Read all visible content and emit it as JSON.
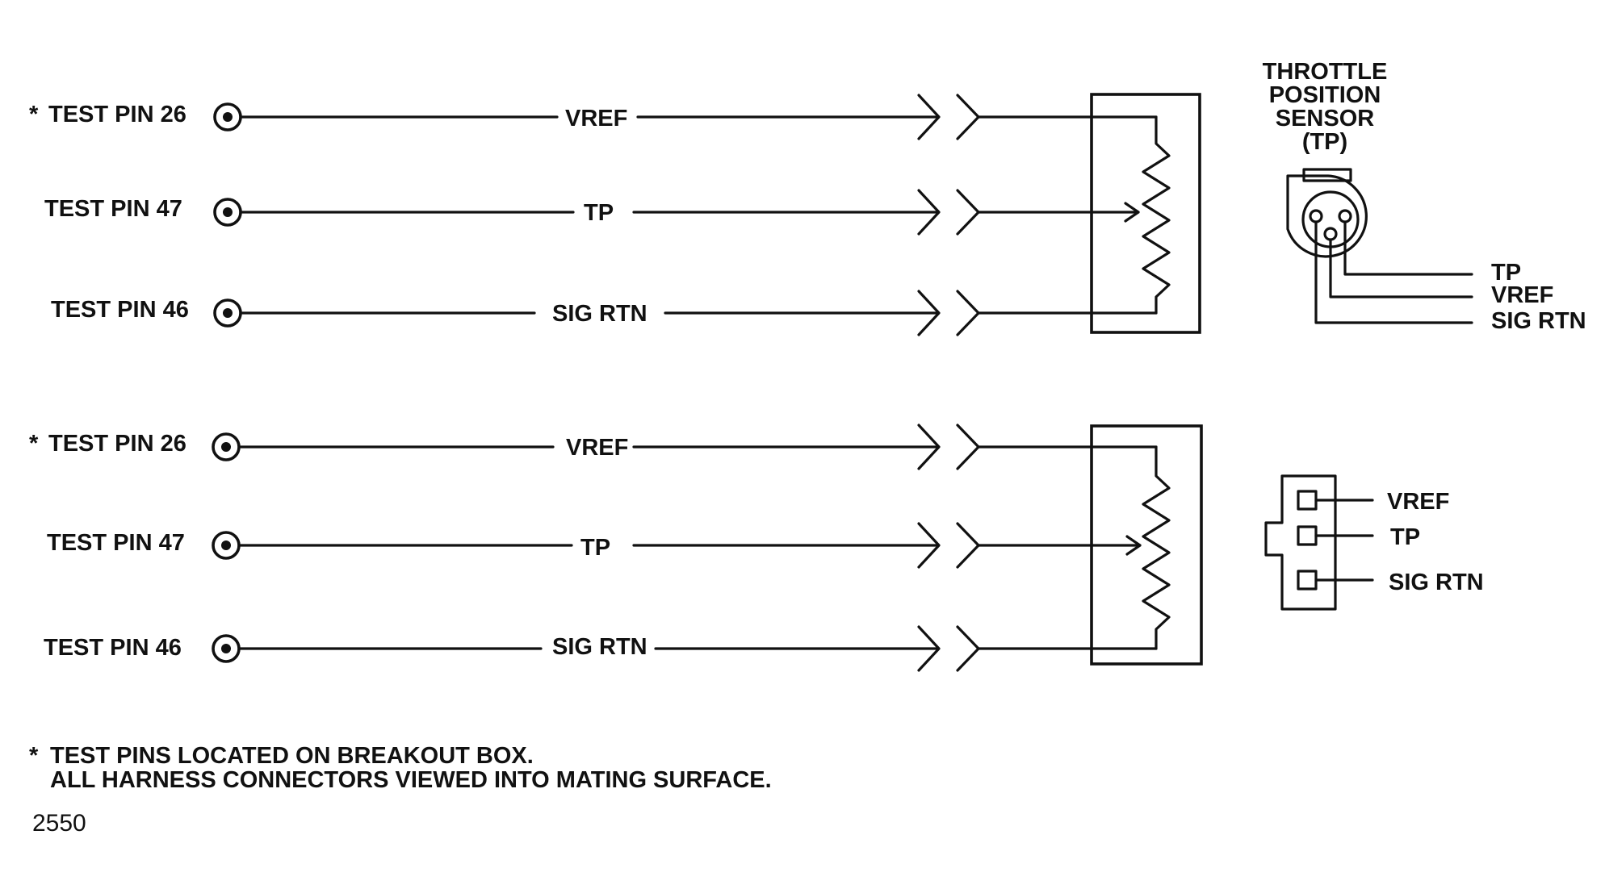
{
  "top_harness": {
    "rows": [
      {
        "pin_label": "TEST PIN 26",
        "asterisk": "*",
        "wire_label": "VREF"
      },
      {
        "pin_label": "TEST PIN 47",
        "asterisk": "",
        "wire_label": "TP"
      },
      {
        "pin_label": "TEST PIN 46",
        "asterisk": "",
        "wire_label": "SIG RTN"
      }
    ],
    "sensor_title": [
      "THROTTLE",
      "POSITION",
      "SENSOR",
      "(TP)"
    ],
    "sensor_pins": [
      "TP",
      "VREF",
      "SIG RTN"
    ]
  },
  "bottom_harness": {
    "rows": [
      {
        "pin_label": "TEST PIN 26",
        "asterisk": "*",
        "wire_label": "VREF"
      },
      {
        "pin_label": "TEST PIN 47",
        "asterisk": "",
        "wire_label": "TP"
      },
      {
        "pin_label": "TEST PIN 46",
        "asterisk": "",
        "wire_label": "SIG RTN"
      }
    ],
    "connector_pins": [
      "VREF",
      "TP",
      "SIG RTN"
    ]
  },
  "footnote": {
    "asterisk": "*",
    "line1": "TEST PINS LOCATED ON BREAKOUT BOX.",
    "line2": "ALL HARNESS CONNECTORS VIEWED INTO MATING SURFACE."
  },
  "figure_number": "2550"
}
